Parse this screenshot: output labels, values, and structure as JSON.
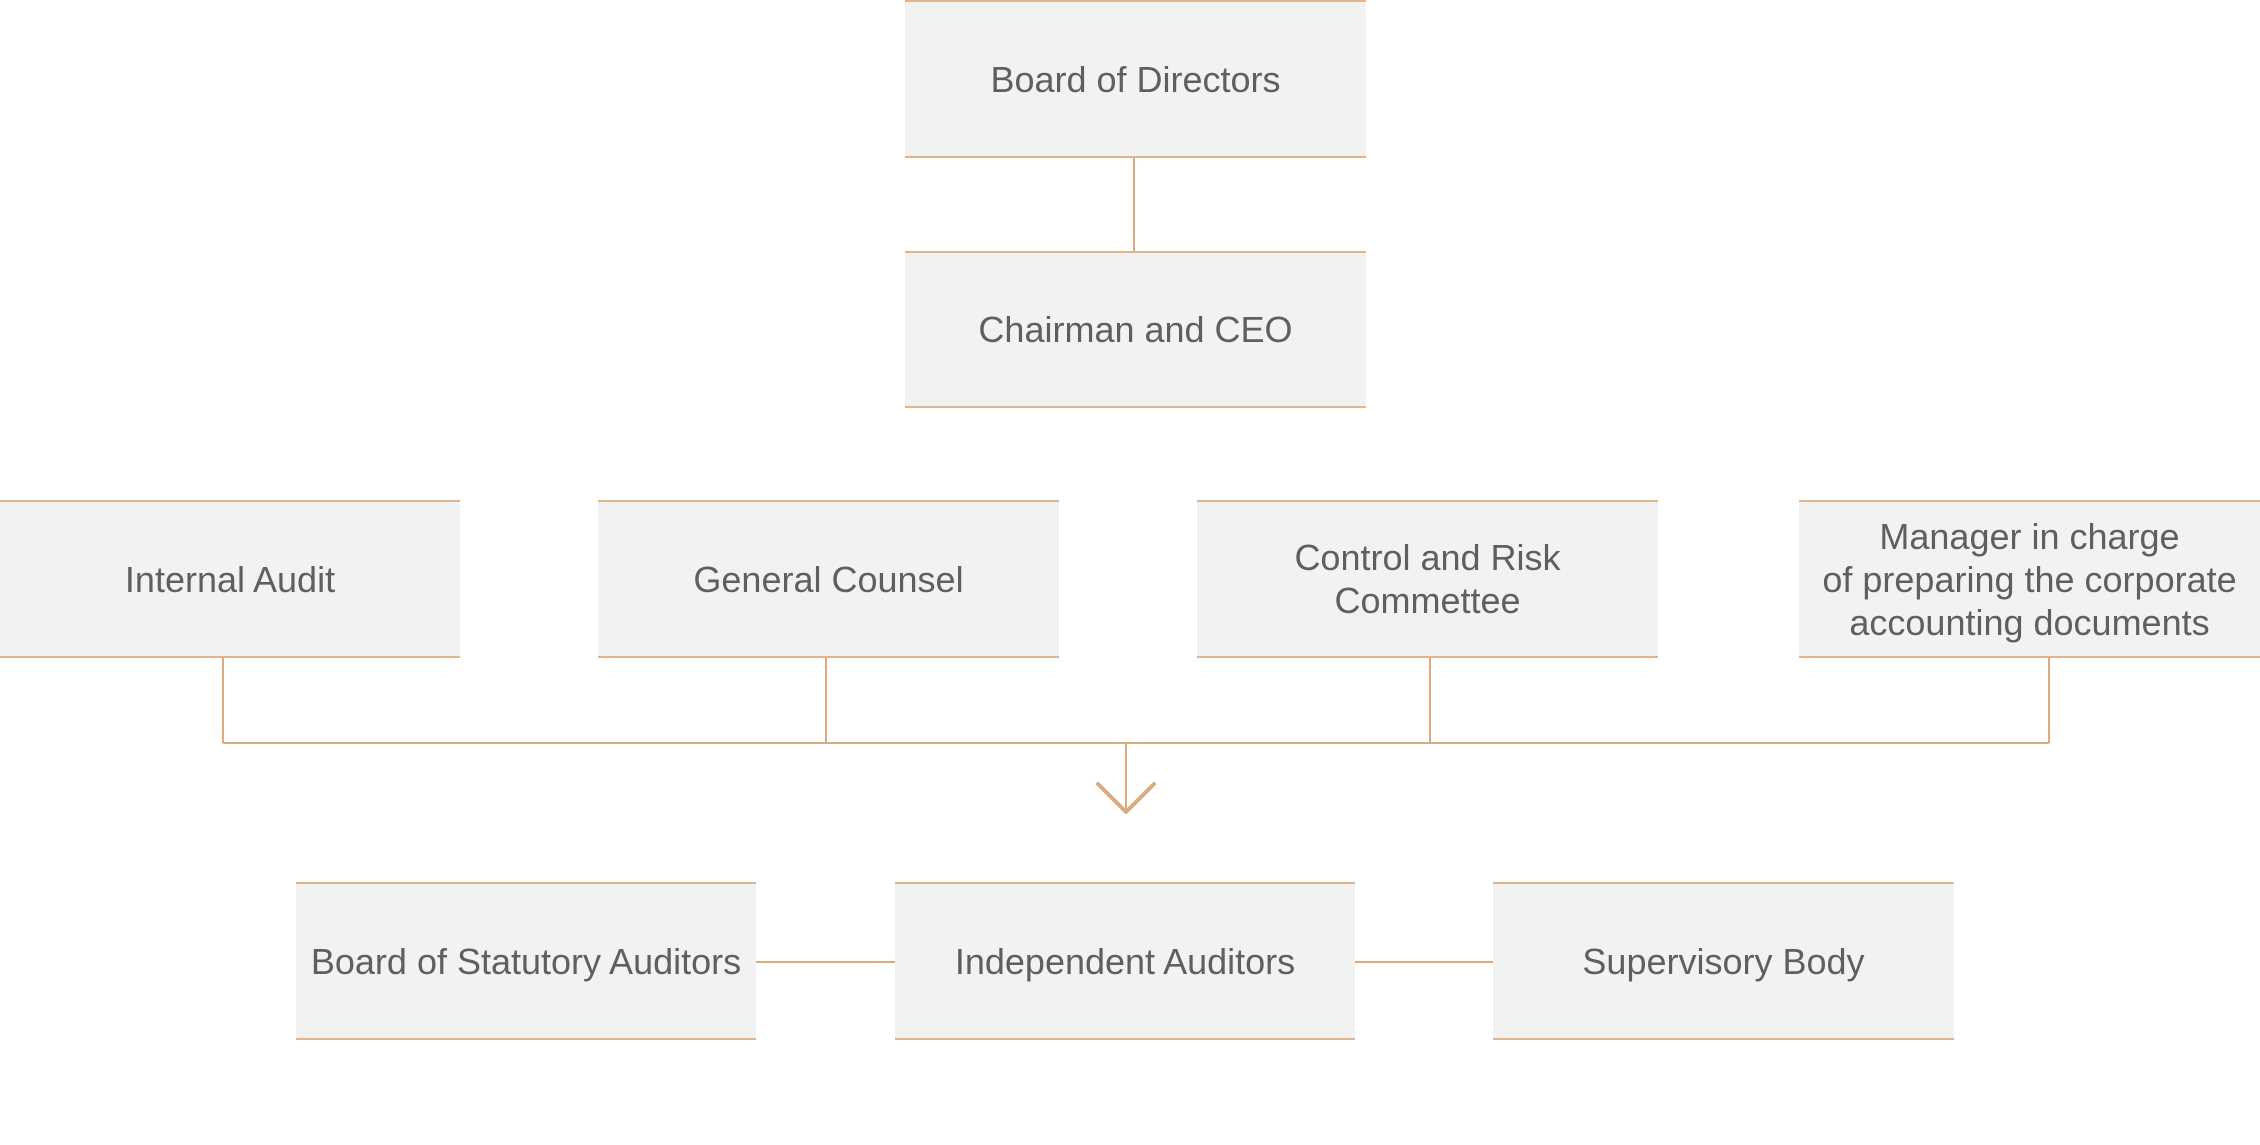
{
  "colors": {
    "box_fill": "#f2f2f2",
    "box_border": "#e0b48c",
    "connector": "#d8ab80",
    "text": "#5f5f5f"
  },
  "diagram": {
    "top": {
      "board": "Board of Directors",
      "ceo": "Chairman and CEO"
    },
    "middle": [
      {
        "id": "internal-audit",
        "label": "Internal Audit"
      },
      {
        "id": "general-counsel",
        "label": "General Counsel"
      },
      {
        "id": "control-risk",
        "label": "Control and Risk\nCommettee"
      },
      {
        "id": "manager-accounting",
        "label": "Manager in charge\nof preparing the corporate\naccounting documents"
      }
    ],
    "bottom": [
      {
        "id": "statutory-auditors",
        "label": "Board of Statutory Auditors"
      },
      {
        "id": "independent-auditors",
        "label": "Independent Auditors"
      },
      {
        "id": "supervisory-body",
        "label": "Supervisory Body"
      }
    ],
    "arrow_icon": "chevron-down-icon"
  }
}
